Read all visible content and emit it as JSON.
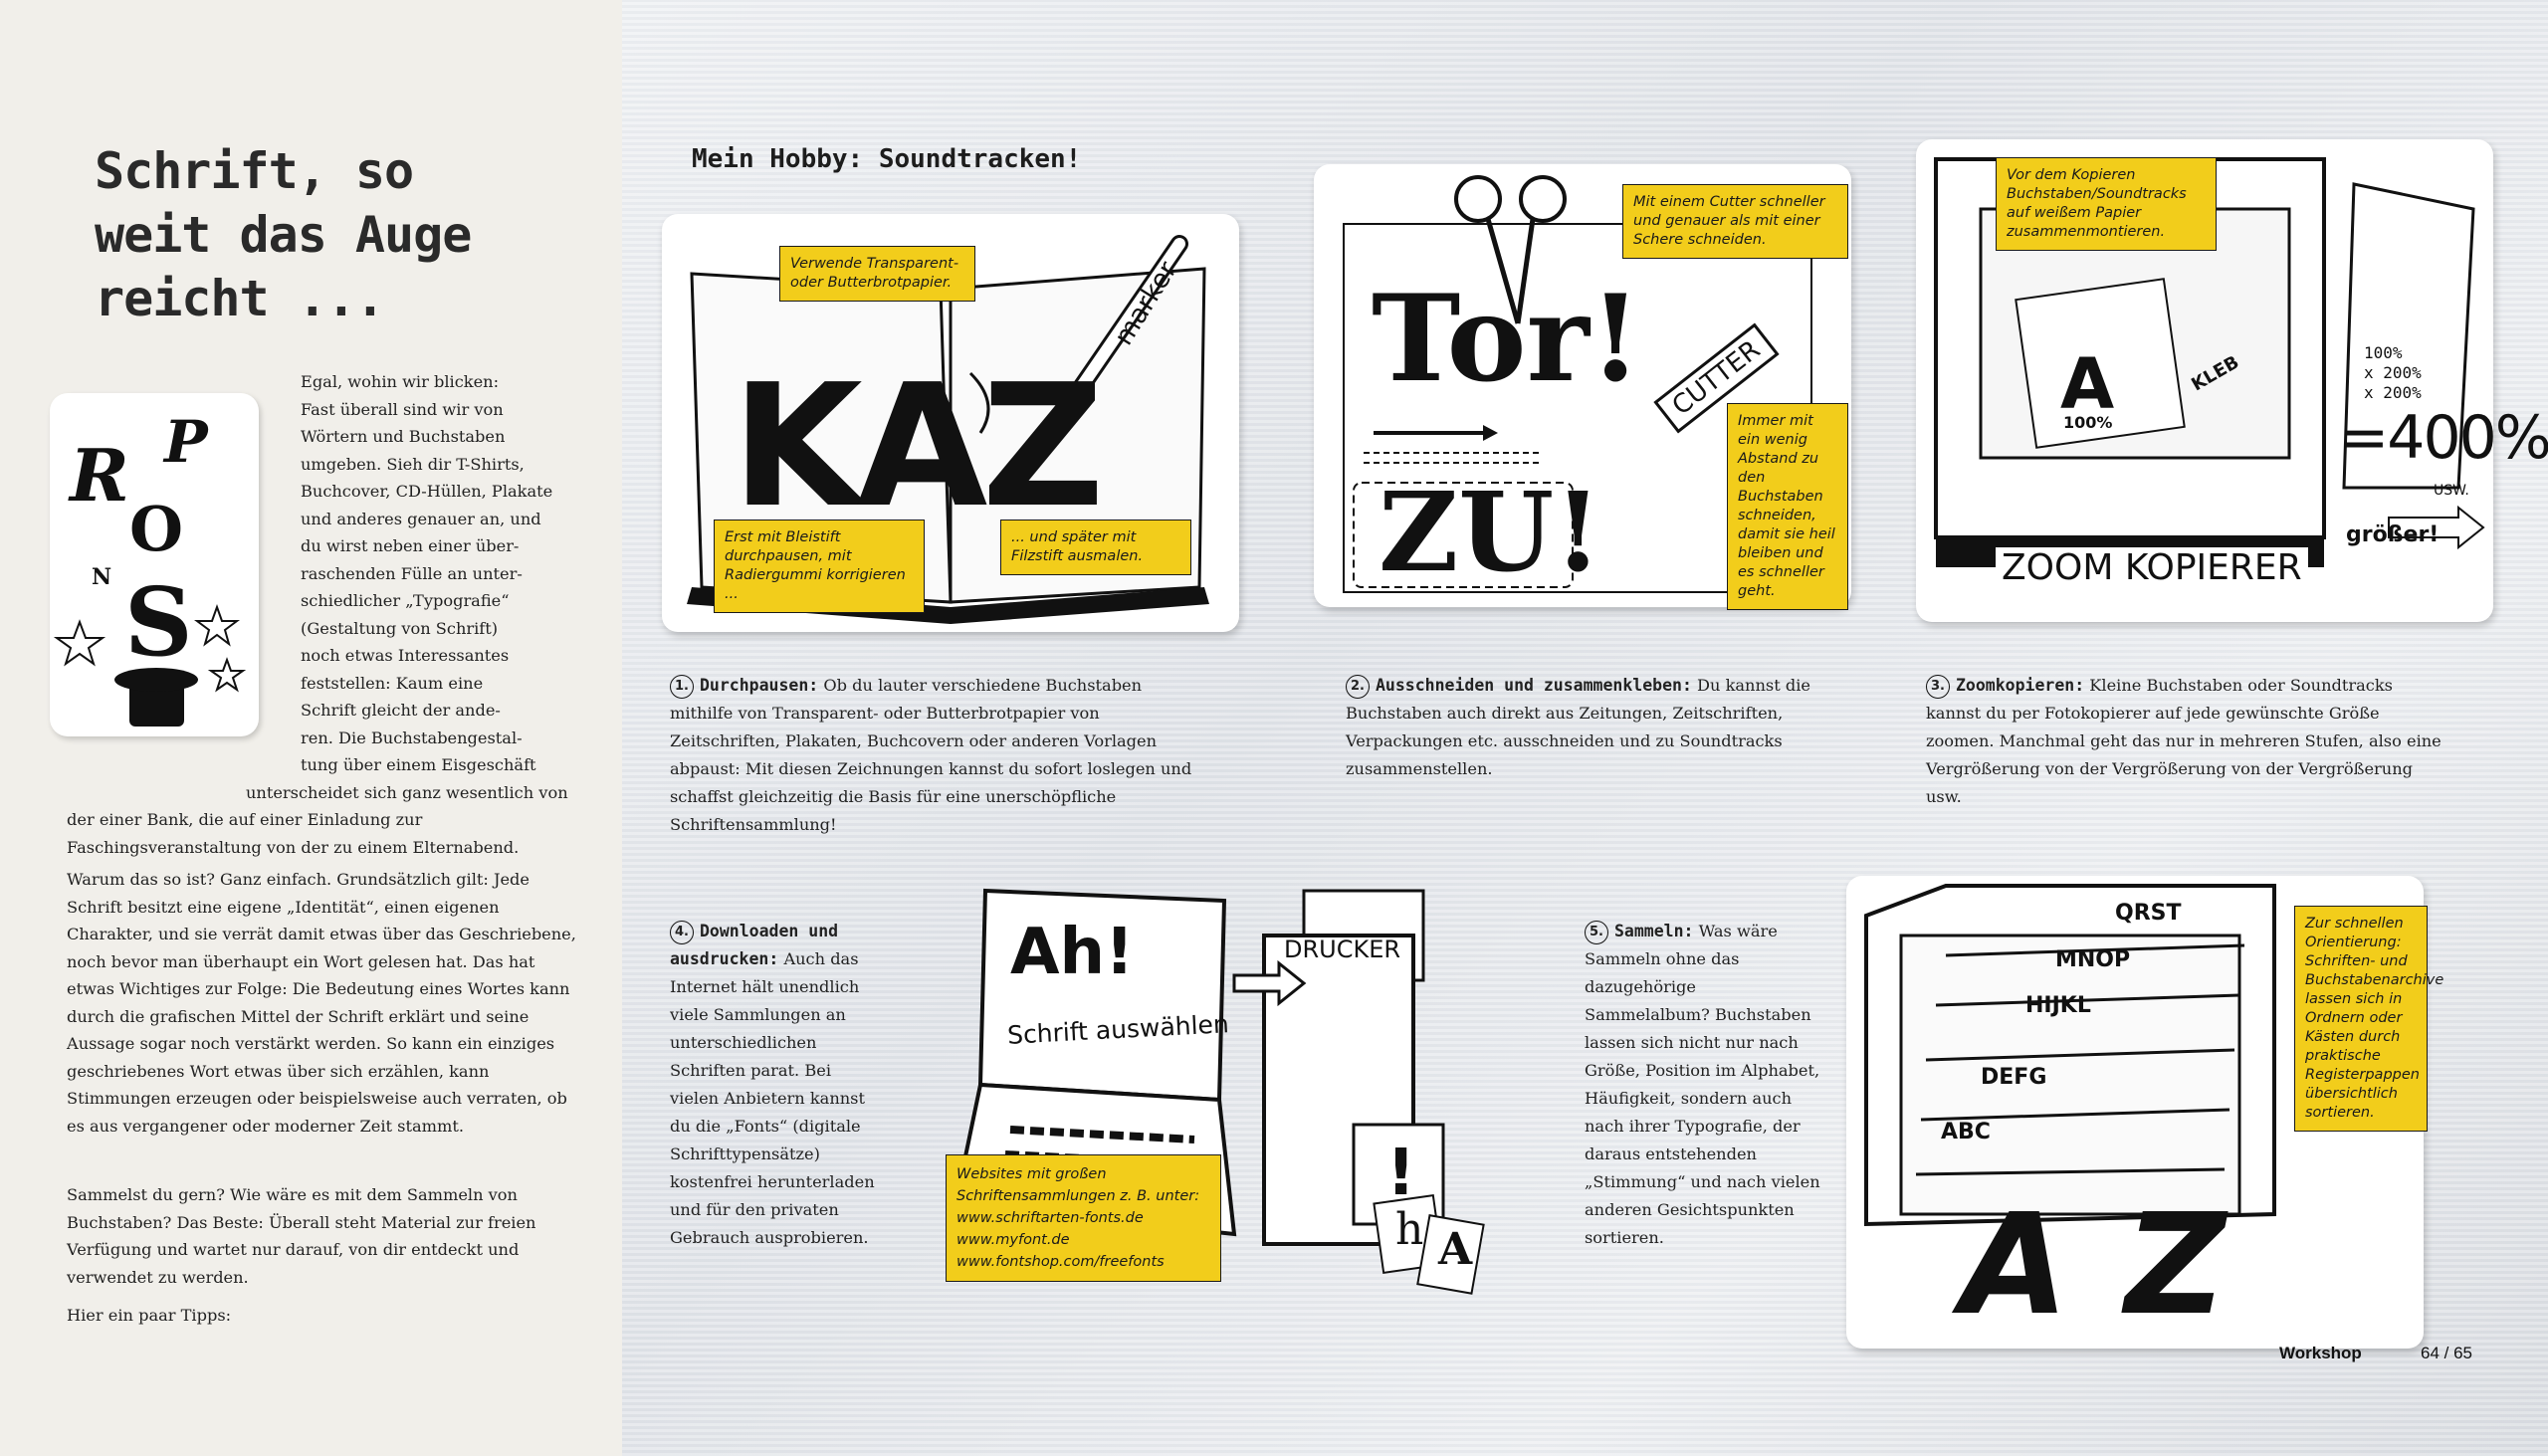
{
  "left": {
    "title_lines": [
      "Schrift, so",
      "weit das Auge",
      "reicht ..."
    ],
    "intro_indented": [
      "Egal, wohin wir blicken:",
      "Fast überall sind wir von",
      "Wörtern und Buchstaben",
      "umgeben. Sieh dir T-Shirts,",
      "Buchcover, CD-Hüllen, Plakate",
      "und anderes genauer an, und",
      "du wirst neben einer über-",
      "raschenden Fülle an unter-",
      "schiedlicher „Typografie“",
      "(Gestaltung von Schrift)",
      "noch etwas Interessantes",
      "feststellen: Kaum eine",
      "Schrift gleicht der ande-",
      "ren. Die Buchstabengestal-",
      "tung über einem Eisgeschäft"
    ],
    "intro_rest": "unterscheidet sich ganz wesentlich von der einer Bank, die auf einer Einladung zur Faschingsveranstaltung von der zu einem Elternabend.",
    "paragraph2": "Warum das so ist? Ganz einfach. Grundsätzlich gilt: Jede Schrift besitzt eine eigene „Identität“, einen eigenen Charakter, und sie verrät damit etwas über das Geschriebene, noch bevor man überhaupt ein Wort gelesen hat. Das hat etwas Wichtiges zur Folge: Die Bedeutung eines Wortes kann durch die grafischen Mittel der Schrift erklärt und seine Aussage sogar noch verstärkt werden. So kann ein einziges geschriebenes Wort etwas über sich erzählen, kann Stimmungen erzeugen oder beispielsweise auch verraten, ob es aus vergangener oder moderner Zeit stammt.",
    "paragraph3": "Sammelst du gern? Wie wäre es mit dem Sammeln von Buchstaben? Das Beste: Überall steht Material zur freien Verfügung und wartet nur darauf, von dir entdeckt und verwendet zu werden.",
    "paragraph4": "Hier ein paar Tipps:",
    "art_glyphs": [
      "R",
      "P",
      "O",
      "N",
      "S"
    ]
  },
  "right": {
    "heading": "Mein Hobby: Soundtracken!",
    "panel1": {
      "note_top": "Verwende Transparent- oder Butterbrotpapier.",
      "note_left": "Erst mit Bleistift durchpausen, mit Radiergummi korrigieren ...",
      "note_right": "... und später mit Filzstift ausmalen.",
      "letters": "KAZ",
      "marker_label": "marker"
    },
    "panel2": {
      "note_top": "Mit einem Cutter schneller und genauer als mit einer Schere schneiden.",
      "note_right": "Immer mit ein wenig Abstand zu den Buchstaben schneiden, damit sie heil bleiben und es schneller geht.",
      "word1": "Tor!",
      "word2": "ZU!",
      "cutter_label": "CUTTER"
    },
    "panel3": {
      "note_top": "Vor dem Kopieren Buchstaben/Soundtracks auf weißem Papier zusammenmontieren.",
      "copier_label": "ZOOM KOPIERER",
      "zoom_lines": [
        "100%",
        "x 200%",
        "x 200%"
      ],
      "zoom_result": "=400%",
      "zoom_usw": "USW.",
      "bigger": "größer!",
      "glue_label": "KLEB",
      "paper_a": "A",
      "paper_pct": "100%"
    },
    "panel4": {
      "screen_text": "Ah!",
      "screen_caption": "Schrift auswählen",
      "printer_label": "DRUCKER",
      "print_mark": "!",
      "note_urls": [
        "Websites mit großen Schriftensammlungen z. B. unter:",
        "www.schriftarten-fonts.de",
        "www.myfont.de",
        "www.fontshop.com/freefonts"
      ],
      "paper_h": "h",
      "paper_a": "A"
    },
    "panel5": {
      "tabs": [
        "QRST",
        "MNOP",
        "HIJKL",
        "DEFG",
        "ABC"
      ],
      "note_right": "Zur schnellen Orientierung: Schriften- und Buchstabenarchive lassen sich in Ordnern oder Kästen durch praktische Registerpappen übersichtlich sortieren.",
      "big_a": "A",
      "big_z": "Z"
    },
    "steps": {
      "s1_num": "1.",
      "s1_title": "Durchpausen:",
      "s1_text": "Ob du lauter verschiedene Buchstaben mithilfe von Transparent- oder Butterbrotpapier von Zeitschriften, Plakaten, Buchcovern oder anderen Vorlagen abpaust: Mit diesen Zeichnungen kannst du sofort loslegen und schaffst gleichzeitig die Basis für eine unerschöpfliche Schriftensammlung!",
      "s2_num": "2.",
      "s2_title": "Ausschneiden und zusammenkleben:",
      "s2_text": "Du kannst die Buchstaben auch direkt aus Zeitungen, Zeitschriften, Verpackungen etc. ausschneiden und zu Soundtracks zusammenstellen.",
      "s3_num": "3.",
      "s3_title": "Zoomkopieren:",
      "s3_text": "Kleine Buchstaben oder Soundtracks kannst du per Fotokopierer auf jede gewünschte Größe zoomen. Manchmal geht das nur in mehreren Stufen, also eine Vergrößerung von der Vergrößerung von der Vergrößerung usw.",
      "s4_num": "4.",
      "s4_title": "Downloaden und ausdrucken:",
      "s4_text": "Auch das Internet hält unendlich viele Sammlungen an unterschiedlichen Schriften parat. Bei vielen Anbietern kannst du die „Fonts“ (digitale Schrifttypensätze) kostenfrei herunterladen und für den privaten Gebrauch ausprobieren.",
      "s5_num": "5.",
      "s5_title": "Sammeln:",
      "s5_text": "Was wäre Sammeln ohne das dazugehörige Sammelalbum? Buchstaben lassen sich nicht nur nach Größe, Position im Alphabet, Häufigkeit, sondern auch nach ihrer Typografie, der daraus entstehenden „Stimmung“ und nach vielen anderen Gesichtspunkten sortieren."
    },
    "footer": {
      "section": "Workshop",
      "pages": "64 / 65"
    }
  },
  "colors": {
    "accent_yellow": "#f2cd1b",
    "ink": "#1a1a1a",
    "paper": "#ffffff"
  }
}
